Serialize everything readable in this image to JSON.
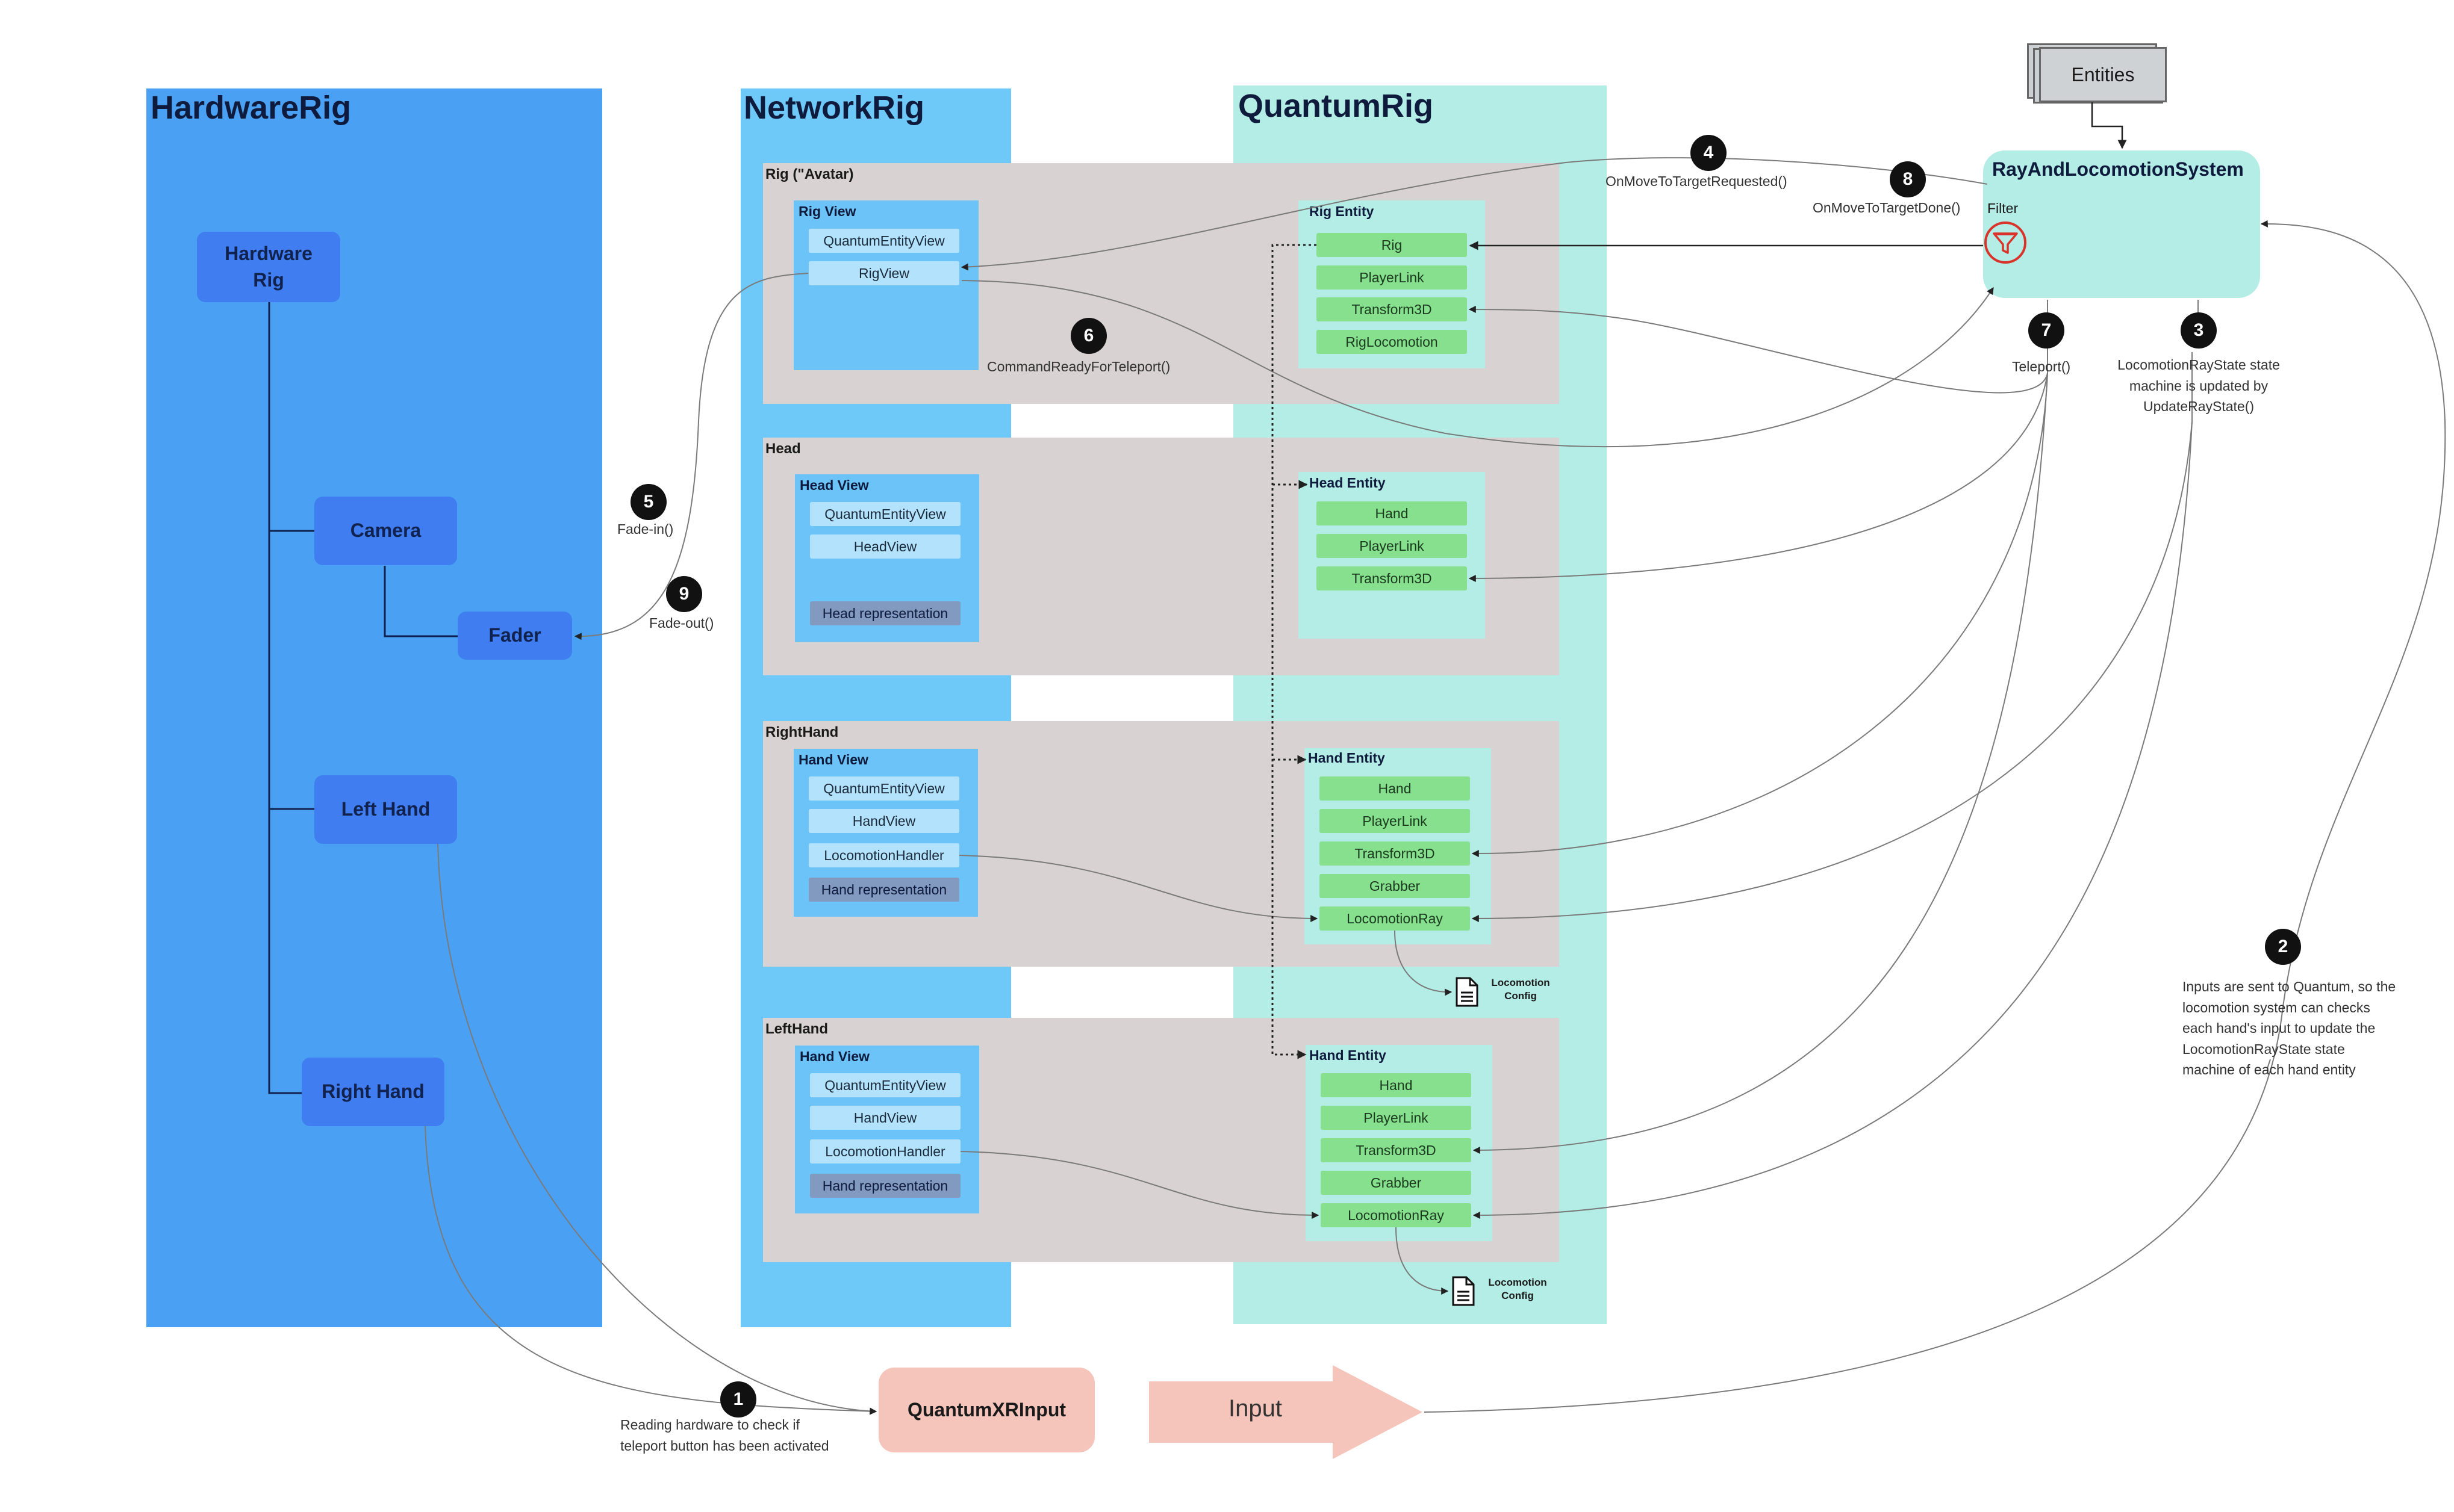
{
  "columns": {
    "hardware": "HardwareRig",
    "network": "NetworkRig",
    "quantum": "QuantumRig"
  },
  "hardware_nodes": {
    "hardware_rig": "Hardware\nRig",
    "camera": "Camera",
    "fader": "Fader",
    "left_hand": "Left Hand",
    "right_hand": "Right Hand"
  },
  "groups": {
    "rig": "Rig (\"Avatar)",
    "head": "Head",
    "right_hand": "RightHand",
    "left_hand": "LeftHand"
  },
  "views": {
    "rig": {
      "title": "Rig View",
      "items": [
        "QuantumEntityView",
        "RigView"
      ]
    },
    "head": {
      "title": "Head View",
      "items": [
        "QuantumEntityView",
        "HeadView",
        "Head representation"
      ]
    },
    "right_hand": {
      "title": "Hand View",
      "items": [
        "QuantumEntityView",
        "HandView",
        "LocomotionHandler",
        "Hand representation"
      ]
    },
    "left_hand": {
      "title": "Hand View",
      "items": [
        "QuantumEntityView",
        "HandView",
        "LocomotionHandler",
        "Hand representation"
      ]
    }
  },
  "entities": {
    "rig": {
      "title": "Rig Entity",
      "components": [
        "Rig",
        "PlayerLink",
        "Transform3D",
        "RigLocomotion"
      ]
    },
    "head": {
      "title": "Head Entity",
      "components": [
        "Hand",
        "PlayerLink",
        "Transform3D"
      ]
    },
    "right_hand": {
      "title": "Hand Entity",
      "components": [
        "Hand",
        "PlayerLink",
        "Transform3D",
        "Grabber",
        "LocomotionRay"
      ]
    },
    "left_hand": {
      "title": "Hand Entity",
      "components": [
        "Hand",
        "PlayerLink",
        "Transform3D",
        "Grabber",
        "LocomotionRay"
      ]
    }
  },
  "locomotion_config": "Locomotion\nConfig",
  "system": {
    "entities_label": "Entities",
    "title": "RayAndLocomotionSystem",
    "filter_label": "Filter"
  },
  "steps": {
    "s1": {
      "num": "1",
      "text": "Reading hardware to check if\nteleport button has been activated"
    },
    "s2": {
      "num": "2",
      "text": "Inputs are sent to Quantum, so the\nlocomotion system can checks\neach hand's input to update the\nLocomotionRayState state\nmachine of each hand entity"
    },
    "s3": {
      "num": "3",
      "text": "LocomotionRayState state\nmachine is updated by\nUpdateRayState()"
    },
    "s4": {
      "num": "4",
      "text": "OnMoveToTargetRequested()"
    },
    "s5": {
      "num": "5",
      "text": "Fade-in()"
    },
    "s6": {
      "num": "6",
      "text": "CommandReadyForTeleport()"
    },
    "s7": {
      "num": "7",
      "text": "Teleport()"
    },
    "s8": {
      "num": "8",
      "text": "OnMoveToTargetDone()"
    },
    "s9": {
      "num": "9",
      "text": "Fade-out()"
    }
  },
  "input_node": "QuantumXRInput",
  "input_arrow": "Input",
  "colors": {
    "hardware_bg": "#4aa0f2",
    "network_bg": "#6ec8f8",
    "quantum_bg": "#b4ede5",
    "input_node_bg": "#f5c4ba",
    "filter_red": "#d9342b"
  }
}
